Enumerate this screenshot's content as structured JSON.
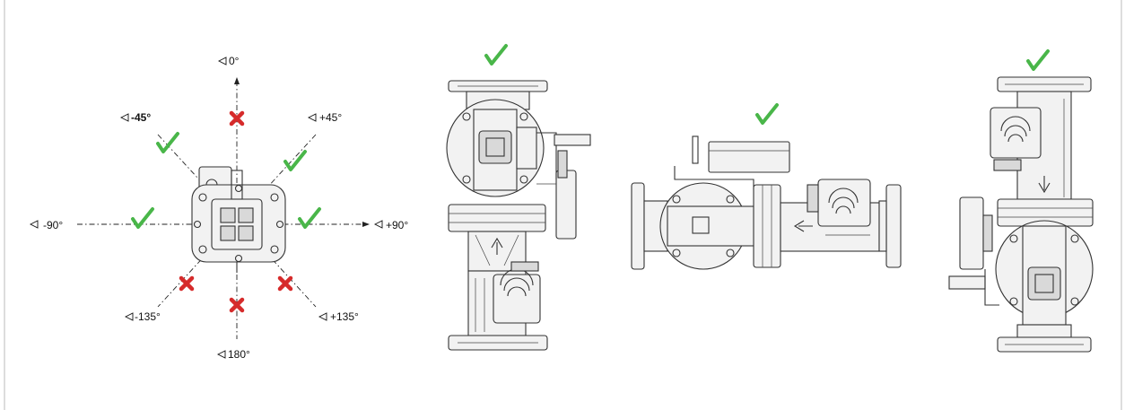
{
  "angles": {
    "top": "0°",
    "top_left": "-45°",
    "top_right": "+45°",
    "left": "-90°",
    "right": "+90°",
    "bottom_left": "-135°",
    "bottom_right": "+135°",
    "bottom": "180°"
  },
  "colors": {
    "allowed": "#49b649",
    "not_allowed": "#d62b2b",
    "line": "#333333"
  },
  "icons": {
    "allowed": "check-icon",
    "not_allowed": "cross-icon",
    "direction": "triangle-left-icon"
  }
}
